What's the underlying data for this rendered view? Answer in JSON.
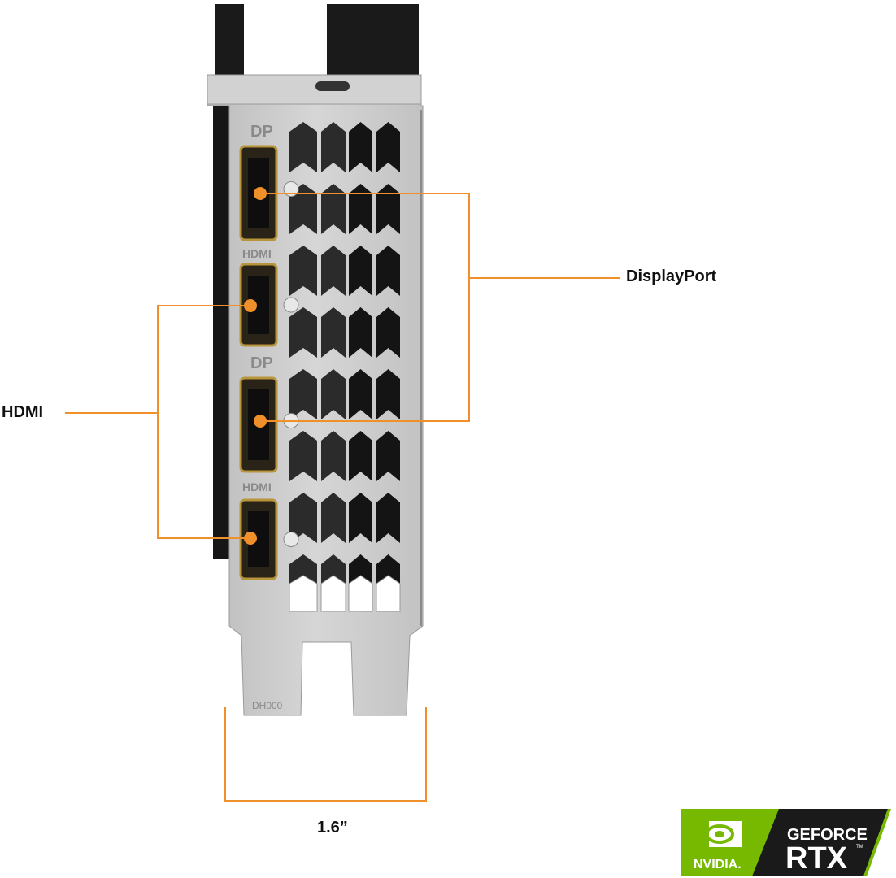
{
  "callouts": {
    "displayport": "DisplayPort",
    "hdmi": "HDMI",
    "dimension": "1.6”"
  },
  "bracket_labels": {
    "dp_top": "DP",
    "hdmi_top": "HDMI",
    "dp_bottom": "DP",
    "hdmi_bottom": "HDMI",
    "tab_code": "DH000"
  },
  "logo": {
    "brand": "NVIDIA.",
    "product_line": "GEFORCE",
    "product": "RTX",
    "trademark": "TM"
  },
  "colors": {
    "accent": "#f0902a",
    "nvidia_green": "#76b900",
    "plate": "#c9c9c9",
    "shroud": "#151515"
  }
}
